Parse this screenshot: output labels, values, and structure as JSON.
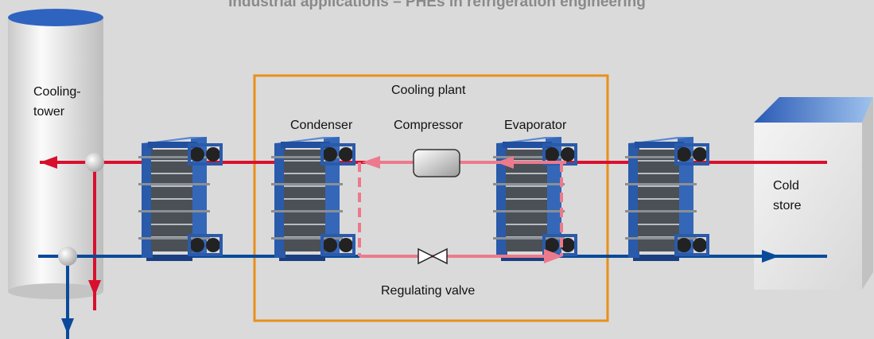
{
  "title": "Industrial applications – PHEs in refrigeration engineering",
  "labels": {
    "cooling_tower_line1": "Cooling-",
    "cooling_tower_line2": "tower",
    "cooling_plant": "Cooling plant",
    "condenser": "Condenser",
    "compressor": "Compressor",
    "evaporator": "Evaporator",
    "regulating_valve": "Regulating valve",
    "cold_store_line1": "Cold",
    "cold_store_line2": "store"
  },
  "colors": {
    "background": "#dadada",
    "hot_line": "#d8102e",
    "cold_line": "#0a4a9a",
    "refrigerant_line": "#ec7a8c",
    "plant_frame": "#e8901a",
    "phe_blue": "#2f5fb0",
    "title_text": "#8a8a8a"
  },
  "icons": {
    "heat_exchanger": "plate-heat-exchanger-icon",
    "compressor": "compressor-icon",
    "valve": "regulating-valve-icon",
    "junction": "pipe-junction-icon"
  }
}
